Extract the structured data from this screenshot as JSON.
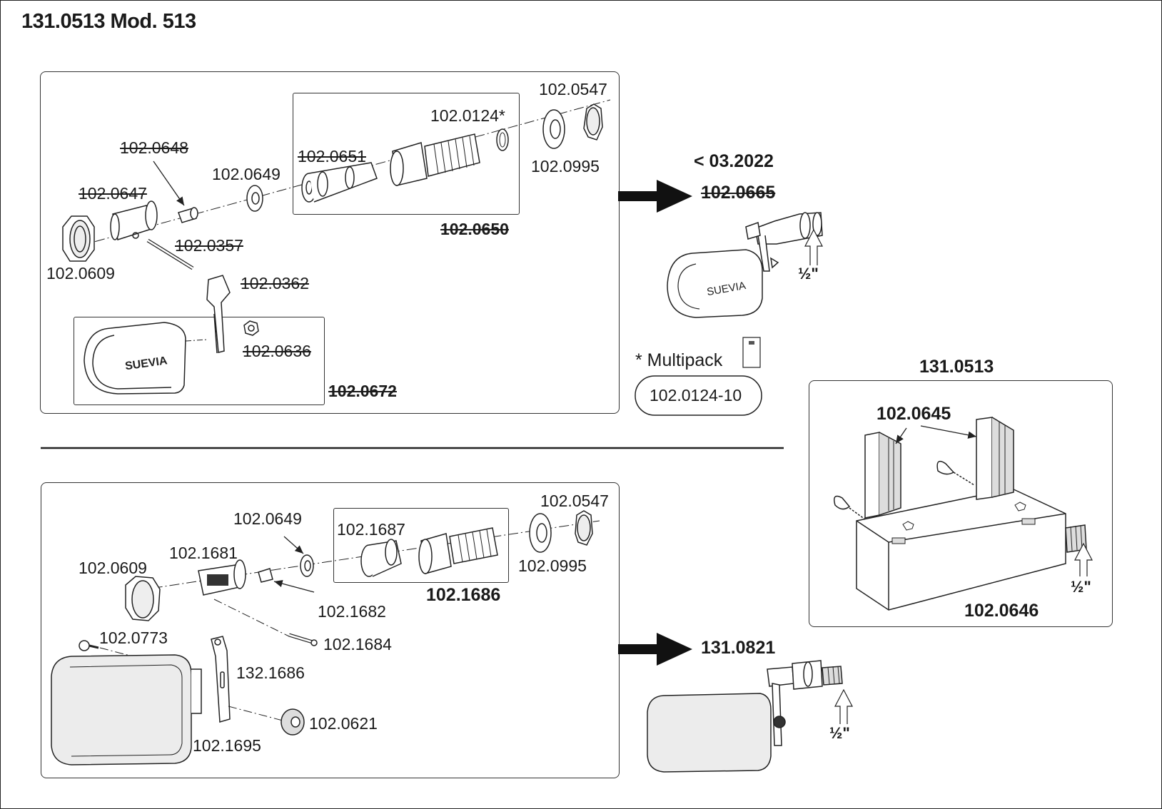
{
  "title": "131.0513 Mod. 513",
  "top_section": {
    "labels": {
      "p0547": "102.0547",
      "p0124": "102.0124*",
      "p0648": "102.0648",
      "p0651": "102.0651",
      "p0649": "102.0649",
      "p0995": "102.0995",
      "p0647": "102.0647",
      "p0650": "102.0650",
      "p0357": "102.0357",
      "p0609": "102.0609",
      "p0362": "102.0362",
      "p0636": "102.0636",
      "p0672": "102.0672"
    },
    "float_text": "SUEVIA"
  },
  "side_top": {
    "date_note": "< 03.2022",
    "assembly": "102.0665",
    "thread": "½\"",
    "float_text": "SUEVIA"
  },
  "multipack": {
    "label": "* Multipack",
    "code": "102.0124-10"
  },
  "tank": {
    "title": "131.0513",
    "bracket": "102.0645",
    "tank_code": "102.0646",
    "thread": "½\""
  },
  "bottom_section": {
    "labels": {
      "p0649": "102.0649",
      "p0547": "102.0547",
      "p1687": "102.1687",
      "p1681": "102.1681",
      "p0609": "102.0609",
      "p0995": "102.0995",
      "p1686b": "102.1686",
      "p1682": "102.1682",
      "p0773": "102.0773",
      "p1684": "102.1684",
      "p132_1686": "132.1686",
      "p0621": "102.0621",
      "p1695": "102.1695"
    }
  },
  "side_bottom": {
    "assembly": "131.0821",
    "thread": "½\""
  }
}
